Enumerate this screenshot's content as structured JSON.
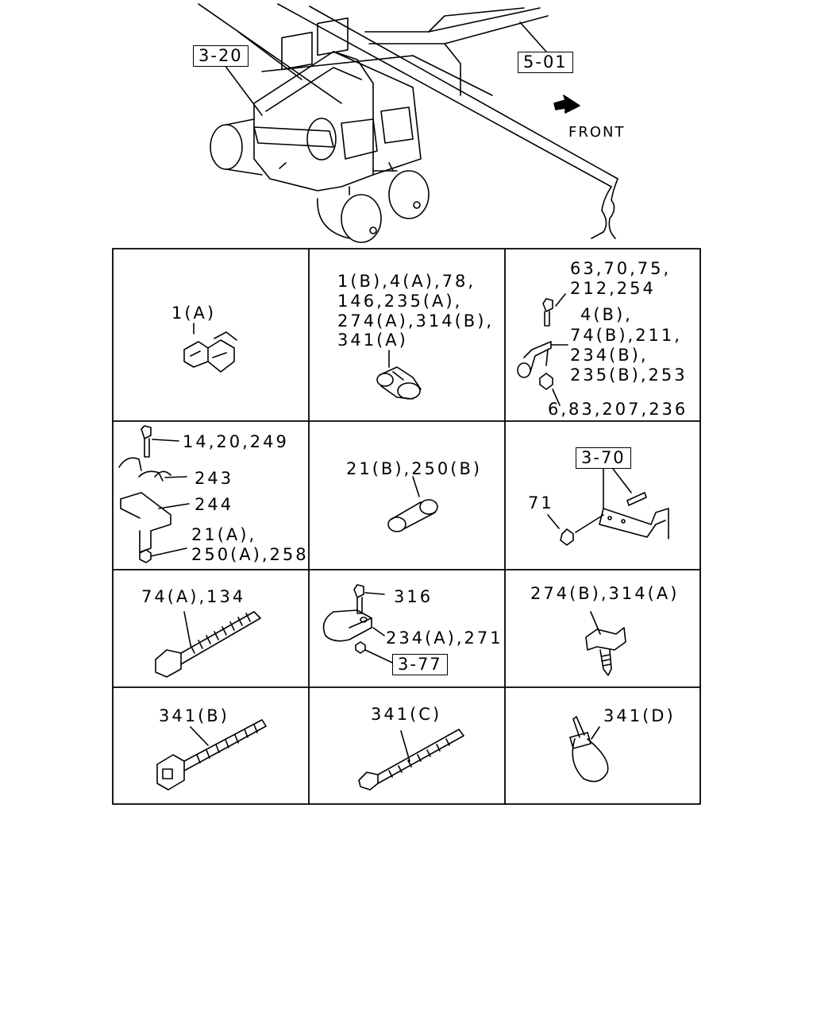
{
  "references": {
    "frame_ref": "5-01",
    "bracket_ref": "3-20",
    "bracket70_ref": "3-70",
    "nut_ref": "3-77"
  },
  "front_label": "FRONT",
  "cells": [
    {
      "id": "r1c1",
      "labels": [
        "1(A)"
      ]
    },
    {
      "id": "r1c2",
      "labels": [
        "1(B),4(A),78,",
        "146,235(A),",
        "274(A),314(B),",
        "341(A)"
      ]
    },
    {
      "id": "r1c3",
      "labels": [
        "63,70,75,",
        "212,254",
        "4(B),",
        "74(B),211,",
        "234(B),",
        "235(B),253",
        "6,83,207,236"
      ]
    },
    {
      "id": "r2c1",
      "labels": [
        "14,20,249",
        "243",
        "244",
        "21(A),",
        "250(A),258"
      ]
    },
    {
      "id": "r2c2",
      "labels": [
        "21(B),250(B)"
      ]
    },
    {
      "id": "r2c3",
      "labels": [
        "71"
      ]
    },
    {
      "id": "r3c1",
      "labels": [
        "74(A),134"
      ]
    },
    {
      "id": "r3c2",
      "labels": [
        "316",
        "234(A),271"
      ]
    },
    {
      "id": "r3c3",
      "labels": [
        "274(B),314(A)"
      ]
    },
    {
      "id": "r4c1",
      "labels": [
        "341(B)"
      ]
    },
    {
      "id": "r4c2",
      "labels": [
        "341(C)"
      ]
    },
    {
      "id": "r4c3",
      "labels": [
        "341(D)"
      ]
    }
  ]
}
